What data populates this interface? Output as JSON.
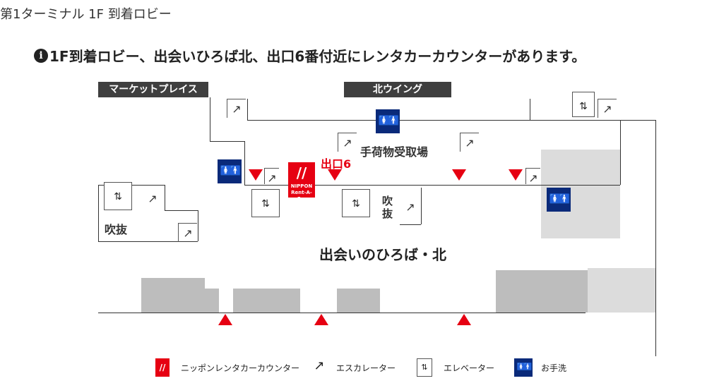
{
  "title": "第1ターミナル 1F 到着ロビー",
  "notice": "1F到着ロビー、出会いひろば北、出口6番付近にレンタカーカウンターがあります。",
  "map": {
    "area_labels": {
      "marketplace": "マーケットプレイス",
      "north_wing": "北ウイング"
    },
    "baggage": "手荷物受取場",
    "exit": "出口6",
    "fukinuke": "吹抜",
    "fukinuke_v": "吹\n抜",
    "plaza": "出会いのひろば・北",
    "nippon_logo": "NIPPON Rent-A-Car"
  },
  "legend": [
    {
      "icon": "nippon-rentacar-icon",
      "label": "ニッポンレンタカーカウンター"
    },
    {
      "icon": "escalator-icon",
      "label": "エスカレーター"
    },
    {
      "icon": "elevator-icon",
      "label": "エレベーター"
    },
    {
      "icon": "restroom-icon",
      "label": "お手洗"
    }
  ],
  "colors": {
    "accent": "#e60012",
    "restroom": "#0a2a7a"
  }
}
